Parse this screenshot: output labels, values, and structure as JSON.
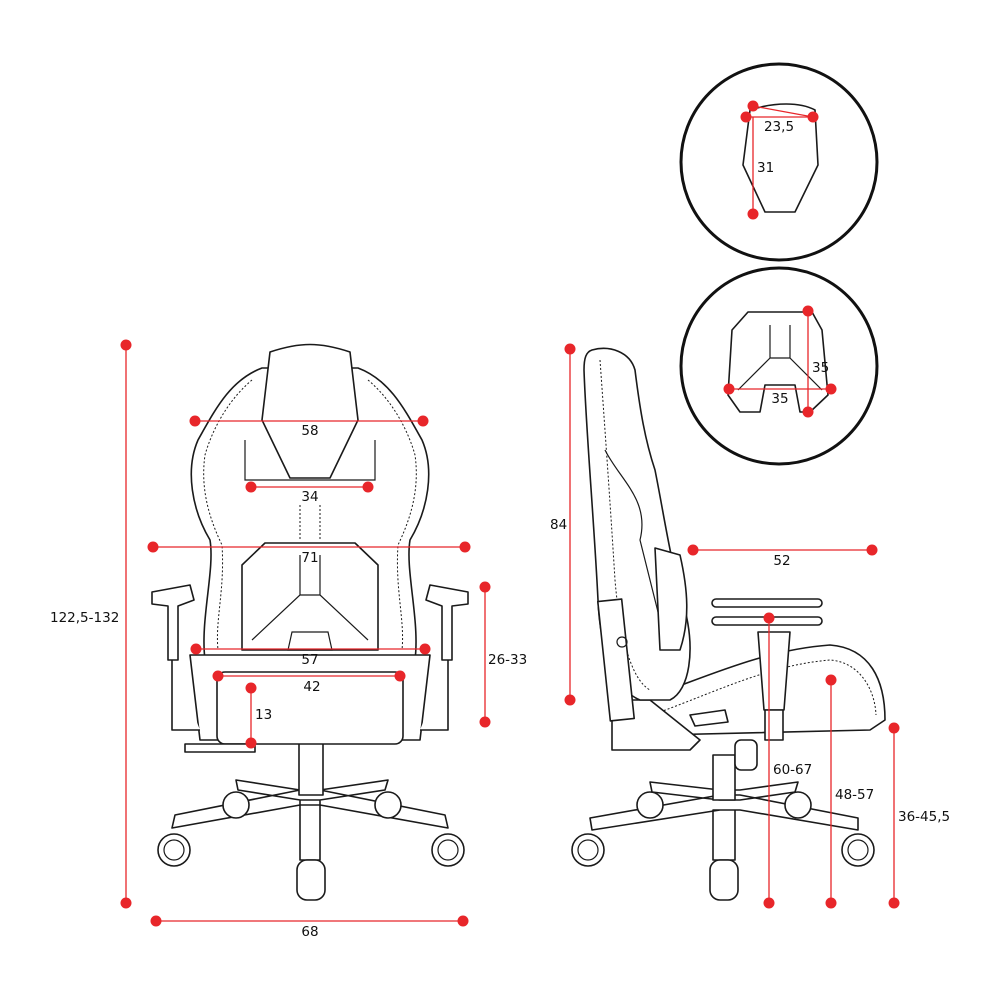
{
  "colors": {
    "dimension": "#e8262a",
    "outline": "#1a1a1a",
    "background": "#ffffff"
  },
  "front_view": {
    "headrest_width": "58",
    "backrest_upper_width": "34",
    "shoulder_width": "71",
    "backrest_lower_width": "57",
    "seat_width": "42",
    "seat_depth_offset": "13",
    "armrest_height": "26-33",
    "total_height": "122,5-132",
    "base_width": "68"
  },
  "headrest_detail": {
    "width": "23,5",
    "height": "31"
  },
  "lumbar_detail": {
    "height": "35",
    "width": "35"
  },
  "side_view": {
    "backrest_height": "84",
    "seat_depth": "52",
    "armrest_floor_height": "60-67",
    "seat_rear_height": "48-57",
    "seat_front_height": "36-45,5"
  }
}
